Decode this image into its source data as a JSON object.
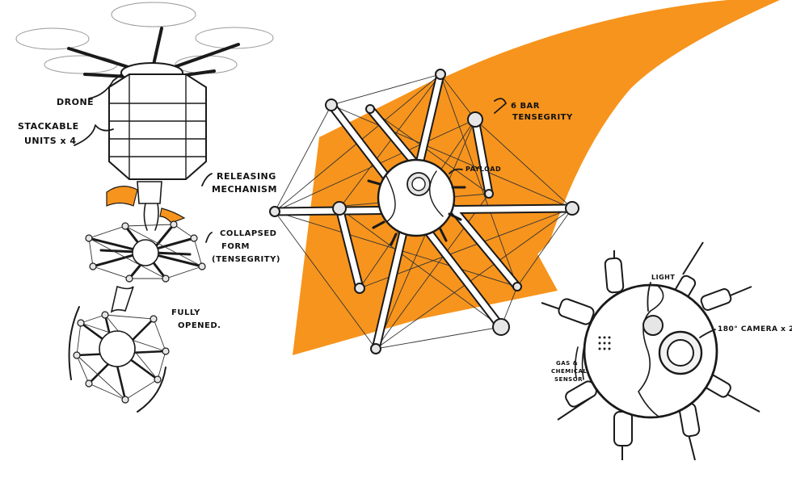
{
  "labels": {
    "drone": "DRONE",
    "stackable_1": "STACKABLE",
    "stackable_2": "UNITS x 4",
    "releasing_1": "RELEASING",
    "releasing_2": "MECHANISM",
    "collapsed_1": "COLLAPSED",
    "collapsed_2": "FORM",
    "collapsed_3": "(TENSEGRITY)",
    "fully_1": "FULLY",
    "fully_2": "OPENED.",
    "bar_1": "6 BAR",
    "bar_2": "TENSEGRITY",
    "payload": "PAYLOAD",
    "light": "LIGHT",
    "camera": "180° CAMERA x 2",
    "gas_1": "GAS &",
    "gas_2": "CHEMICAL",
    "gas_3": "SENSOR"
  },
  "colors": {
    "accent": "#f7941d",
    "ink": "#1a1a1a",
    "metal": "#e6e6e6"
  }
}
